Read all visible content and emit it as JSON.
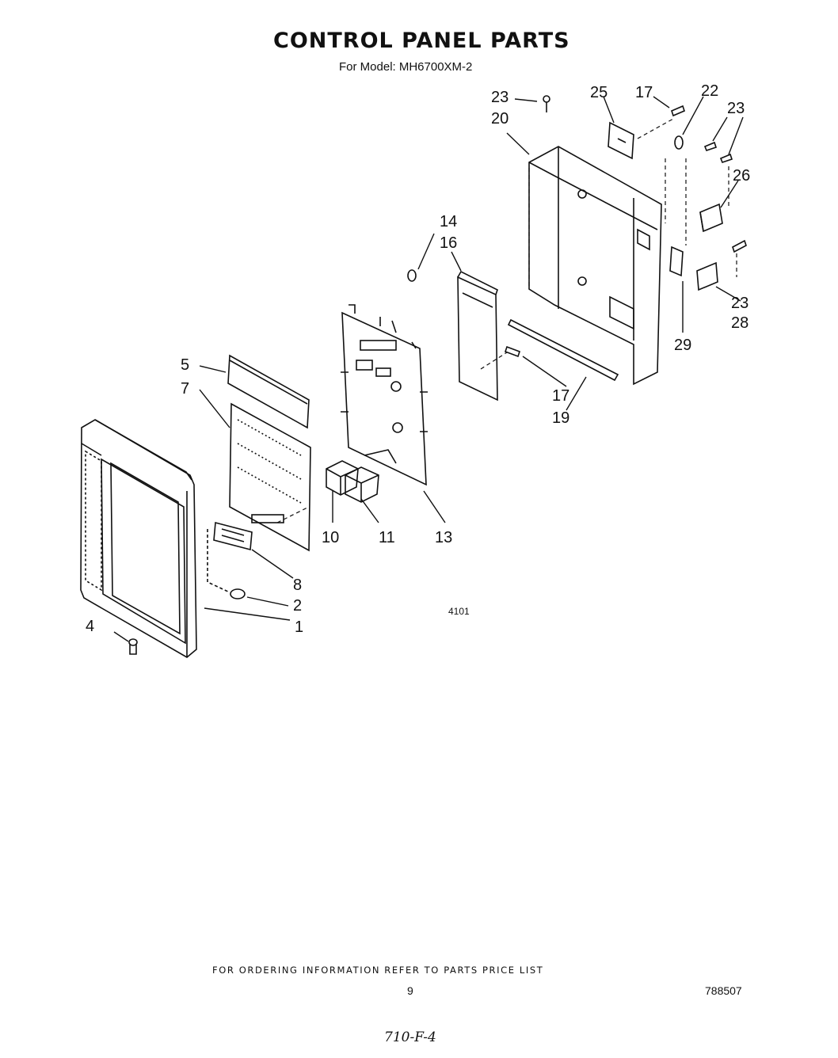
{
  "title": "CONTROL PANEL PARTS",
  "subtitle": "For Model: MH6700XM-2",
  "labels": {
    "l1": "1",
    "l2": "2",
    "l4": "4",
    "l5": "5",
    "l7": "7",
    "l8": "8",
    "l10": "10",
    "l11": "11",
    "l13": "13",
    "l14": "14",
    "l16": "16",
    "l17a": "17",
    "l17b": "17",
    "l19": "19",
    "l20": "20",
    "l22": "22",
    "l23a": "23",
    "l23b": "23",
    "l23c": "23",
    "l25": "25",
    "l26": "26",
    "l28": "28",
    "l29": "29"
  },
  "figure_code": "4101",
  "footer": "FOR ORDERING INFORMATION REFER TO PARTS PRICE LIST",
  "page_number": "9",
  "doc_number": "788507",
  "handwritten": "710-F-4"
}
